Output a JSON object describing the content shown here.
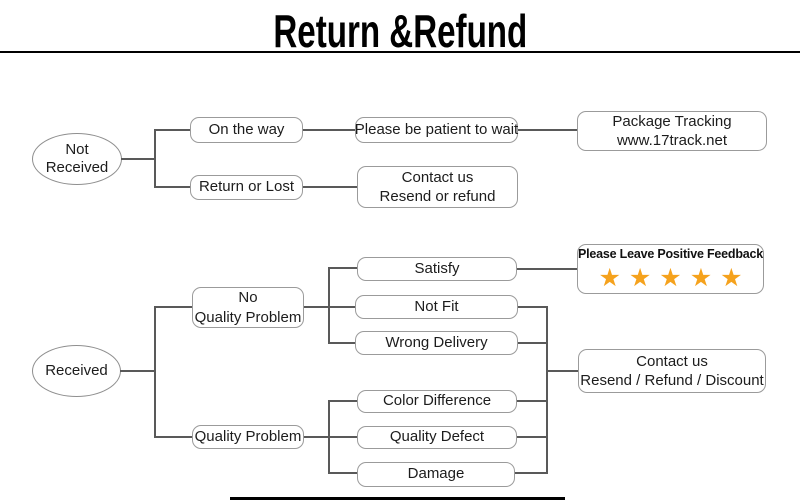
{
  "title": "Return &Refund",
  "colors": {
    "background": "#ffffff",
    "title": "#000000",
    "connector_line": "#595959",
    "node_border": "#9b9b9b",
    "node_text": "#1c1c1c",
    "star": "#f5a21d"
  },
  "not_received_flow": {
    "root_line1": "Not",
    "root_line2": "Received",
    "on_the_way": "On the way",
    "be_patient": "Please be patient to wait",
    "package_tracking_line1": "Package Tracking",
    "package_tracking_line2": "www.17track.net",
    "return_or_lost": "Return or Lost",
    "contact_line1": "Contact us",
    "contact_line2": "Resend or refund"
  },
  "received_flow": {
    "root": "Received",
    "no_quality_problem_line1": "No",
    "no_quality_problem_line2": "Quality Problem",
    "satisfy": "Satisfy",
    "not_fit": "Not Fit",
    "wrong_delivery": "Wrong Delivery",
    "feedback_label": "Please Leave Positive Feedback",
    "feedback_stars": "★★★★★",
    "quality_problem": "Quality Problem",
    "color_difference": "Color Difference",
    "quality_defect": "Quality Defect",
    "damage": "Damage",
    "contact_line1": "Contact us",
    "contact_line2": "Resend / Refund / Discount"
  }
}
